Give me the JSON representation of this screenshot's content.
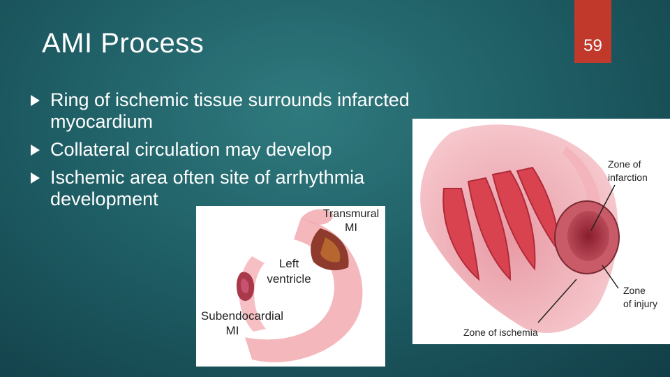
{
  "slide": {
    "title": "AMI Process",
    "page_number": "59",
    "accent_color": "#c0392b",
    "bullets": [
      "Ring of ischemic tissue surrounds infarcted myocardium",
      "Collateral circulation may develop",
      "Ischemic area often site of arrhythmia development"
    ]
  },
  "figure_left": {
    "labels": {
      "transmural_1": "Transmural",
      "transmural_2": "MI",
      "left_1": "Left",
      "left_2": "ventricle",
      "subendo_1": "Subendocardial",
      "subendo_2": "MI"
    }
  },
  "figure_right": {
    "labels": {
      "infarction_1": "Zone of",
      "infarction_2": "infarction",
      "injury_1": "Zone",
      "injury_2": "of injury",
      "ischemia": "Zone of ischemia"
    }
  }
}
